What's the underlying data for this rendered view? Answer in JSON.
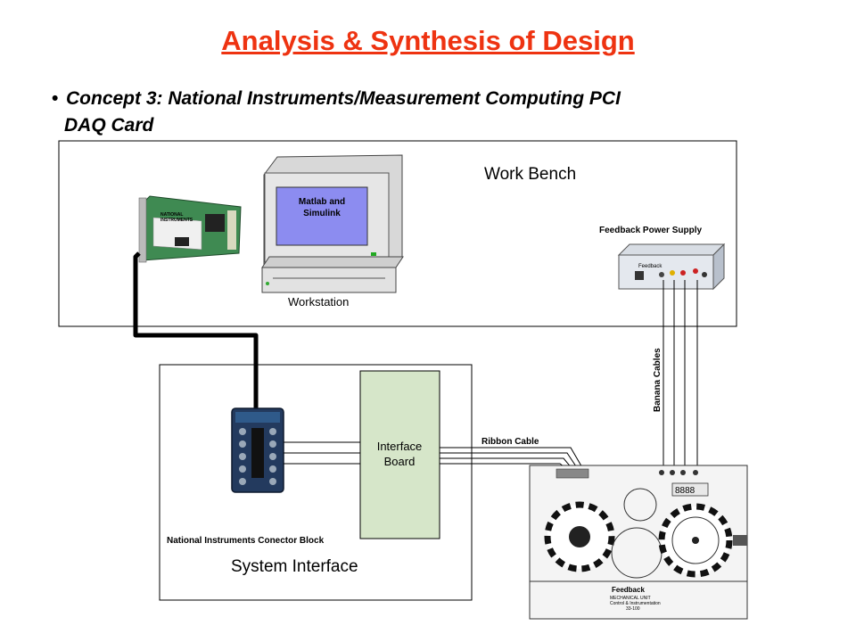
{
  "slide": {
    "title": "Analysis & Synthesis of Design",
    "bullet_line1": "Concept 3: National Instruments/Measurement Computing PCI",
    "bullet_line2": "DAQ Card"
  },
  "diagram": {
    "work_bench_label": "Work Bench",
    "monitor_screen_line1": "Matlab and",
    "monitor_screen_line2": "Simulink",
    "workstation_label": "Workstation",
    "power_supply_label": "Feedback Power Supply",
    "banana_cables_label": "Banana Cables",
    "ribbon_cable_label": "Ribbon Cable",
    "interface_board_line1": "Interface",
    "interface_board_line2": "Board",
    "connector_block_label": "National Instruments Conector Block",
    "system_interface_label": "System Interface",
    "card_brand_line1": "NATIONAL",
    "card_brand_line2": "INSTRUMENTS",
    "psu_brand": "Feedback",
    "unit_brand": "Feedback",
    "unit_name_line1": "MECHANICAL UNIT",
    "unit_name_line2": "Control & Instrumentation",
    "unit_model": "33-100"
  },
  "colors": {
    "title": "#ee3311",
    "interface_board_fill": "#d6e6c9",
    "monitor_screen": "#8c8cf0",
    "card_pcb": "#3f8a52"
  }
}
